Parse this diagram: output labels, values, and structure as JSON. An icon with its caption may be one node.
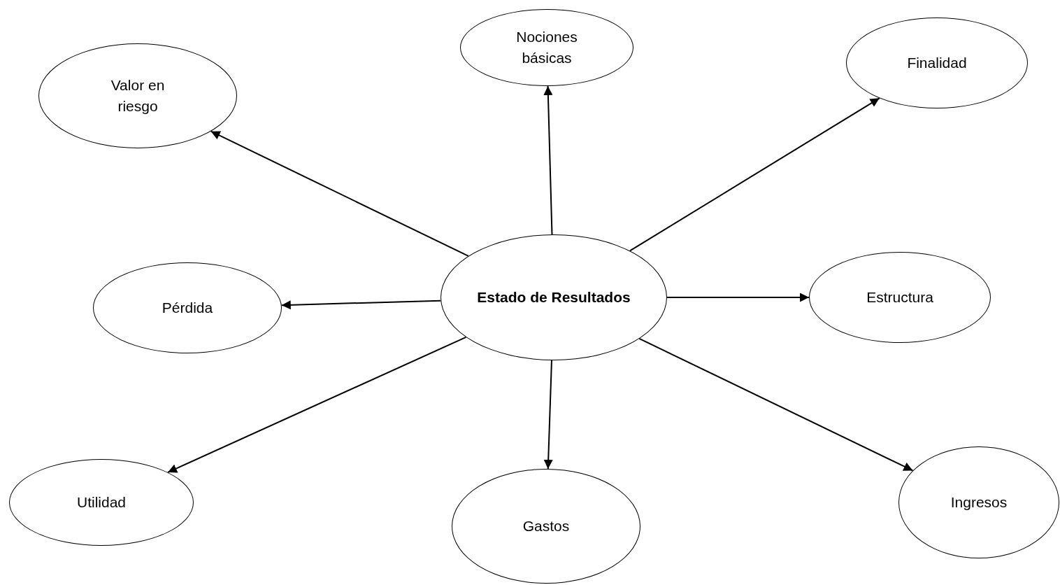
{
  "diagram": {
    "nodes": [
      {
        "text": [
          "Nociones básicas"
        ]
      },
      {
        "text": [
          "Finalidad"
        ]
      },
      {
        "text": [
          "Valor en riesgo"
        ]
      },
      {
        "text": [
          "Estado de Resultados"
        ]
      },
      {
        "text": [
          "Pérdida"
        ]
      },
      {
        "text": [
          "Estructura"
        ]
      },
      {
        "text": [
          "Utilidad"
        ]
      },
      {
        "text": [
          "Gastos"
        ]
      },
      {
        "text": [
          "Ingresos"
        ]
      }
    ],
    "edges": [
      {
        "from": 3,
        "to": 0,
        "arrow": "to"
      },
      {
        "from": 3,
        "to": 1,
        "arrow": "to"
      },
      {
        "from": 3,
        "to": 2,
        "arrow": "to"
      },
      {
        "from": 3,
        "to": 4,
        "arrow": "to"
      },
      {
        "from": 3,
        "to": 5,
        "arrow": "to"
      },
      {
        "from": 3,
        "to": 6,
        "arrow": "to"
      },
      {
        "from": 3,
        "to": 7,
        "arrow": "to"
      },
      {
        "from": 3,
        "to": 8,
        "arrow": "to"
      }
    ]
  }
}
